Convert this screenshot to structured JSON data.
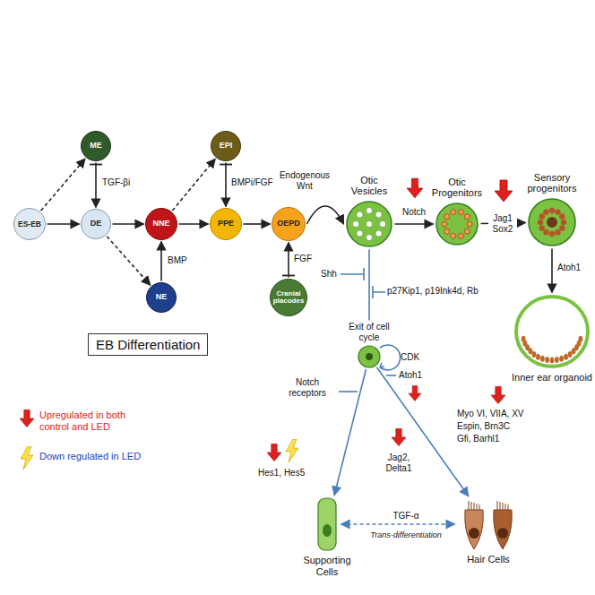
{
  "diagram": {
    "nodes": [
      {
        "text": [
          "ES-EB"
        ]
      },
      {
        "text": [
          "ME"
        ]
      },
      {
        "text": [
          "DE"
        ]
      },
      {
        "text": [
          "NNE"
        ]
      },
      {
        "text": [
          "NE"
        ]
      },
      {
        "text": [
          "EPI"
        ]
      },
      {
        "text": [
          "PPE"
        ]
      },
      {
        "text": [
          "OEPD"
        ]
      },
      {
        "text": [
          "Cranial placodes"
        ]
      },
      {
        "text": [
          "Otic Vesicles"
        ]
      },
      {
        "text": [
          "Otic Progenitors"
        ]
      },
      {
        "text": [
          "Sensory progenitors"
        ]
      },
      {
        "text": [
          "Inner ear organoid"
        ]
      },
      {
        "text": [
          "Exit of cell cycle"
        ]
      },
      {
        "text": [
          "Supporting Cells"
        ]
      },
      {
        "text": [
          "Hair Cells"
        ]
      },
      {
        "text": [
          "EB Differentiation"
        ]
      }
    ],
    "edges": [
      {
        "from": 0,
        "to": 2,
        "arrow": "to"
      },
      {
        "from": 0,
        "to": 1,
        "arrow": "to"
      },
      {
        "from": 1,
        "to": 2,
        "label": "TGF-βi",
        "arrow": "to"
      },
      {
        "from": 2,
        "to": 3,
        "arrow": "to"
      },
      {
        "from": 2,
        "to": 4,
        "arrow": "to"
      },
      {
        "from": 4,
        "to": 3,
        "label": "BMP",
        "arrow": "to"
      },
      {
        "from": 3,
        "to": 6,
        "arrow": "to"
      },
      {
        "from": 3,
        "to": 5,
        "arrow": "to"
      },
      {
        "from": 5,
        "to": 6,
        "label": "BMPi/FGF",
        "arrow": "to"
      },
      {
        "from": 6,
        "to": 7,
        "arrow": "to"
      },
      {
        "from": 8,
        "to": 7,
        "label": "FGF",
        "arrow": "to"
      },
      {
        "from": 7,
        "to": 9,
        "arrow": "to"
      },
      {
        "from": 9,
        "to": 10,
        "label": "Notch",
        "arrow": "to"
      },
      {
        "from": 10,
        "to": 11,
        "label": "Jag1 Sox2",
        "arrow": "to"
      },
      {
        "from": 11,
        "to": 12,
        "label": "Atoh1",
        "arrow": "to"
      },
      {
        "from": 9,
        "to": 13,
        "arrow": "none"
      },
      {
        "from": 13,
        "to": 14,
        "arrow": "to"
      },
      {
        "from": 13,
        "to": 15,
        "arrow": "to"
      },
      {
        "from": 14,
        "to": 15,
        "label": "TGF-α",
        "arrow": "both"
      }
    ],
    "labels": [
      "Endogenous Wnt",
      "Shh",
      "p27Kip1, p19Ink4d, Rb",
      "CDK",
      "Notch receptors",
      "Hes1, Hes5",
      "Jag2, Delta1",
      "Atoh1",
      "Myo VI, VIIA, XV",
      "Espin, Brn3C",
      "Gfi, Barhl1",
      "Trans-differentiation"
    ],
    "legend": [
      {
        "text": "Upregulated in both control and LED"
      },
      {
        "text": "Down regulated in LED"
      }
    ]
  }
}
